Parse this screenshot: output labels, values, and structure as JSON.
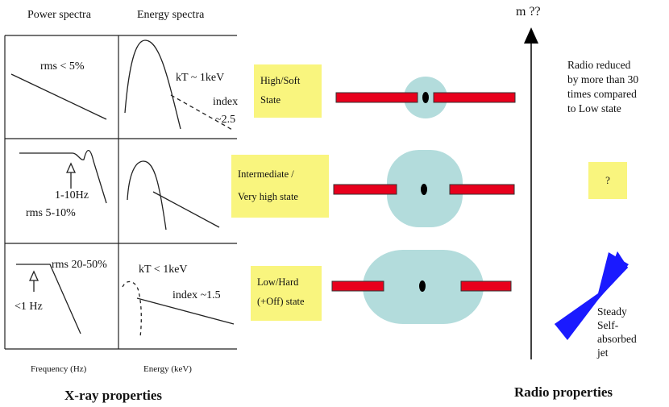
{
  "xray": {
    "col_power": "Power spectra",
    "col_energy": "Energy spectra",
    "row1": {
      "power_label": "rms < 5%",
      "energy_kt": "kT ~ 1keV",
      "energy_index_1": "index",
      "energy_index_2": "~2.5"
    },
    "row2": {
      "power_freq": "1-10Hz",
      "power_rms": "rms 5-10%"
    },
    "row3": {
      "power_rms": "rms 20-50%",
      "power_freq": "<1 Hz",
      "energy_kt": "kT < 1keV",
      "energy_index": "index ~1.5"
    },
    "xlabel_power": "Frequency (Hz)",
    "xlabel_energy": "Energy (keV)",
    "title": "X-ray properties"
  },
  "states": [
    {
      "line1": "High/Soft",
      "line2": "State"
    },
    {
      "line1": "Intermediate /",
      "line2": "Very high state"
    },
    {
      "line1": "Low/Hard",
      "line2": "(+Off) state"
    }
  ],
  "radio": {
    "axis_label": "m ??",
    "high_soft_text": [
      "Radio reduced",
      "by more than 30",
      "times compared",
      "to Low state"
    ],
    "intermediate_text": "?",
    "low_hard_text": [
      "Steady",
      "Self-",
      "absorbed",
      "jet"
    ],
    "title": "Radio properties"
  },
  "colors": {
    "jet": "#e8001c",
    "cloud": "#b3dcdc",
    "state_box": "#f9f57e",
    "radio_jet": "#1a1aff"
  }
}
